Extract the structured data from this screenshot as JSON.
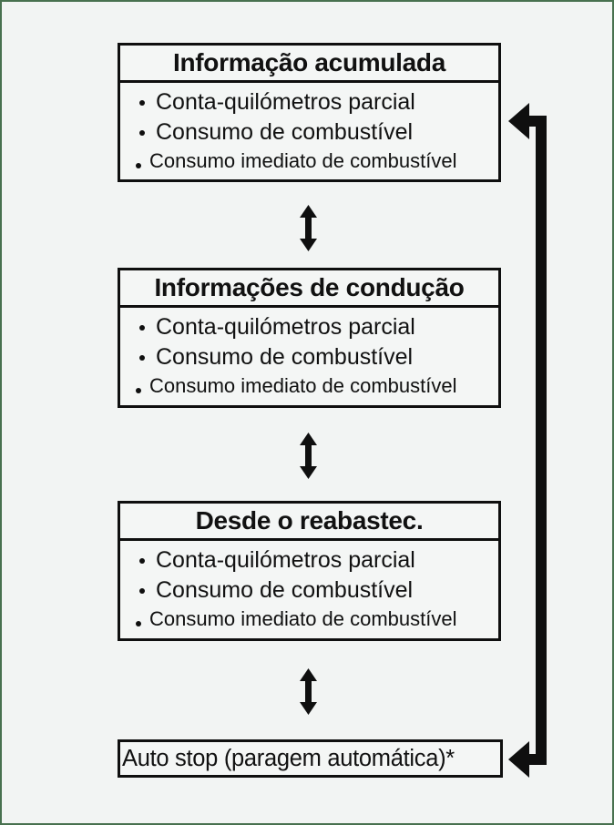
{
  "page": {
    "background_color": "#f2f4f3",
    "frame_color": "#48714f",
    "ink_color": "#0f0f0f"
  },
  "diagram": {
    "boxes": [
      {
        "title": "Informação acumulada",
        "items": [
          "Conta-quilómetros parcial",
          "Consumo de combustível",
          "Consumo imediato de combustível"
        ]
      },
      {
        "title": "Informações de condução",
        "items": [
          "Conta-quilómetros parcial",
          "Consumo de combustível",
          "Consumo imediato de combustível"
        ]
      },
      {
        "title": "Desde o reabastec.",
        "items": [
          "Conta-quilómetros parcial",
          "Consumo de combustível",
          "Consumo imediato de combustível"
        ]
      }
    ],
    "footer_box": {
      "label": "Auto stop (paragem automática)*"
    },
    "icons": {
      "between_boxes": "up-down-arrow",
      "loop": "return-loop-arrow"
    }
  }
}
